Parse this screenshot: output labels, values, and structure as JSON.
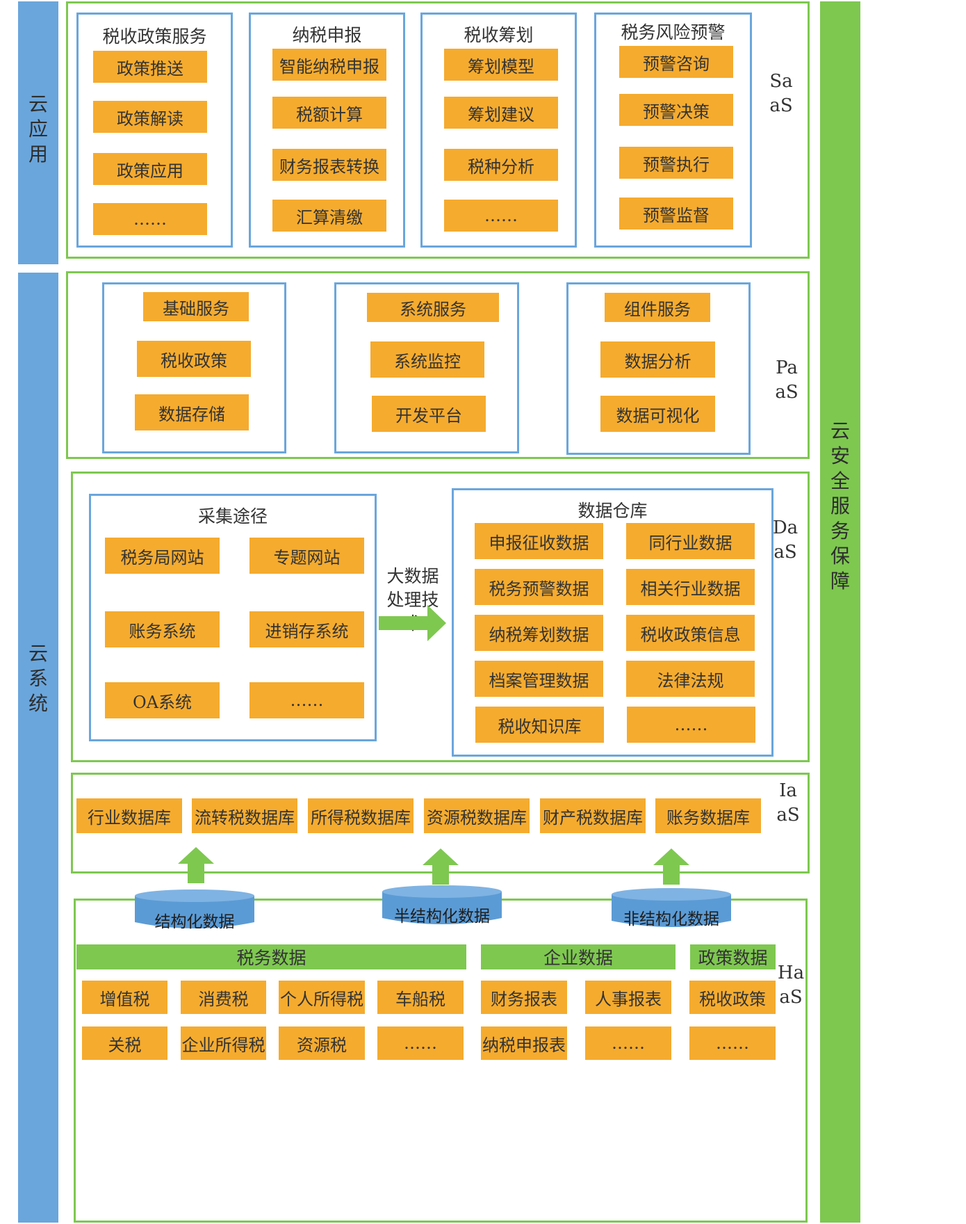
{
  "left_bars": {
    "top": "云应用",
    "bottom": "云系统"
  },
  "right_bar": "云安全服务保障",
  "layer_labels": {
    "saas": "SaaS",
    "paas": "PaaS",
    "daas": "DaaS",
    "iaas": "IaaS",
    "haas": "HaaS"
  },
  "saas": {
    "groups": [
      {
        "title": "税收政策服务",
        "items": [
          "政策推送",
          "政策解读",
          "政策应用",
          "……"
        ]
      },
      {
        "title": "纳税申报",
        "items": [
          "智能纳税申报",
          "税额计算",
          "财务报表转换",
          "汇算清缴"
        ]
      },
      {
        "title": "税收筹划",
        "items": [
          "筹划模型",
          "筹划建议",
          "税种分析",
          "……"
        ]
      },
      {
        "title": "税务风险预警",
        "items": [
          "预警咨询",
          "预警决策",
          "预警执行",
          "预警监督"
        ]
      }
    ]
  },
  "paas": {
    "groups": [
      {
        "items": [
          "基础服务",
          "税收政策",
          "数据存储"
        ]
      },
      {
        "items": [
          "系统服务",
          "系统监控",
          "开发平台"
        ]
      },
      {
        "items": [
          "组件服务",
          "数据分析",
          "数据可视化"
        ]
      }
    ]
  },
  "daas": {
    "collect": {
      "title": "采集途径",
      "items": [
        "税务局网站",
        "专题网站",
        "账务系统",
        "进销存系统",
        "OA系统",
        "……"
      ]
    },
    "process_label": "大数据处理技术",
    "warehouse": {
      "title": "数据仓库",
      "items": [
        "申报征收数据",
        "同行业数据",
        "税务预警数据",
        "相关行业数据",
        "纳税筹划数据",
        "税收政策信息",
        "档案管理数据",
        "法律法规",
        "税收知识库",
        "……"
      ]
    }
  },
  "iaas": {
    "items": [
      "行业数据库",
      "流转税数据库",
      "所得税数据库",
      "资源税数据库",
      "财产税数据库",
      "账务数据库"
    ]
  },
  "cylinders": [
    "结构化数据",
    "半结构化数据",
    "非结构化数据"
  ],
  "haas": {
    "categories": [
      "税务数据",
      "企业数据",
      "政策数据"
    ],
    "tax_items": [
      "增值税",
      "消费税",
      "个人所得税",
      "车船税",
      "关税",
      "企业所得税",
      "资源税",
      "……"
    ],
    "enterprise_items": [
      "财务报表",
      "人事报表",
      "纳税申报表",
      "……"
    ],
    "policy_items": [
      "税收政策",
      "……"
    ]
  },
  "colors": {
    "blue": "#6aa6dc",
    "green": "#7ec850",
    "orange": "#f5ab2e"
  }
}
